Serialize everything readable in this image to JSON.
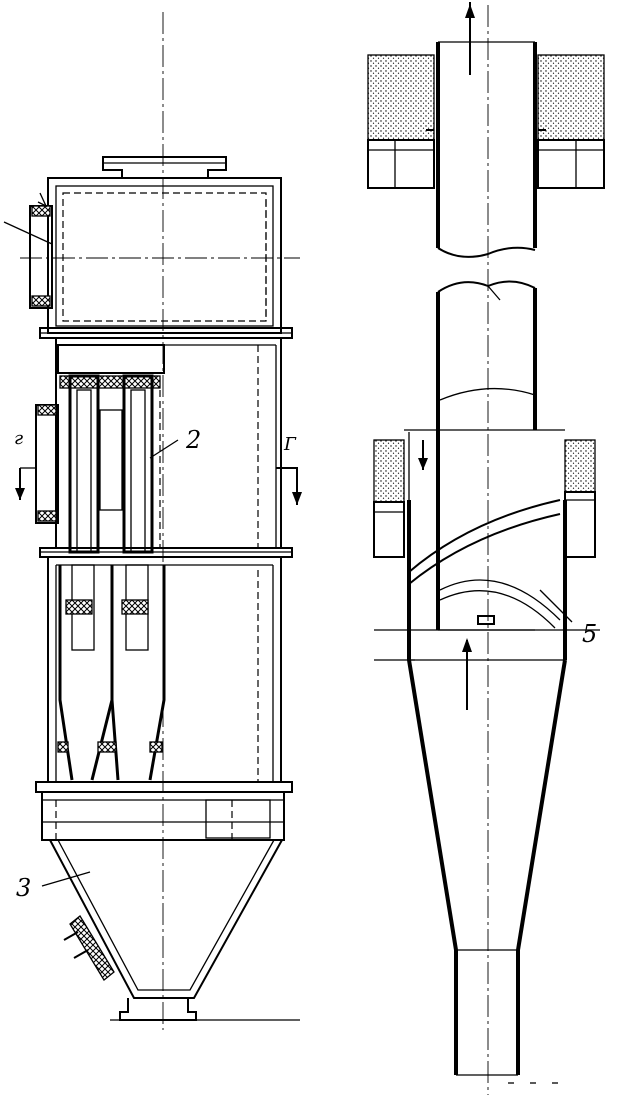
{
  "figure": {
    "labels": {
      "part_2": "2",
      "part_3": "3",
      "part_5": "5",
      "inlet_left": "г",
      "outlet_right": "Г"
    }
  }
}
